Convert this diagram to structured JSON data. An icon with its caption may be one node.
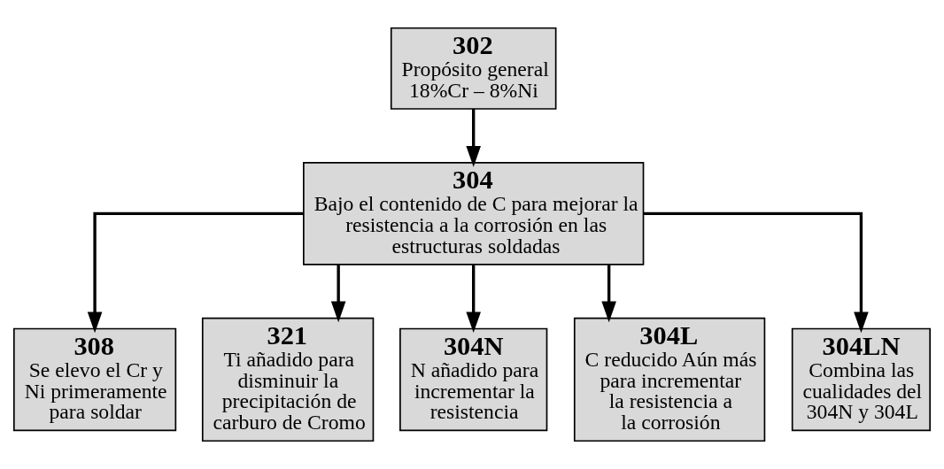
{
  "diagram": {
    "nodes": [
      {
        "text": [
          "302",
          "Propósito general 18%Cr – 8%Ni"
        ]
      },
      {
        "text": [
          "304",
          "Bajo el contenido de C para mejorar la resistencia a la corrosión en las estructuras soldadas"
        ]
      },
      {
        "text": [
          "308",
          "Se elevo el Cr y Ni primeramente para soldar"
        ]
      },
      {
        "text": [
          "321",
          "Ti añadido para disminuir la precipitación de carburo de Cromo"
        ]
      },
      {
        "text": [
          "304N",
          "N añadido para incrementar la resistencia"
        ]
      },
      {
        "text": [
          "304L",
          "C reducido Aún más para incrementar la resistencia a la corrosión"
        ]
      },
      {
        "text": [
          "304LN",
          "Combina las cualidades del 304N y 304L"
        ]
      }
    ],
    "edges": [
      {
        "from": 0,
        "to": 1,
        "arrow": "to"
      },
      {
        "from": 1,
        "to": 2,
        "arrow": "to"
      },
      {
        "from": 1,
        "to": 3,
        "arrow": "to"
      },
      {
        "from": 1,
        "to": 4,
        "arrow": "to"
      },
      {
        "from": 1,
        "to": 5,
        "arrow": "to"
      },
      {
        "from": 1,
        "to": 6,
        "arrow": "to"
      }
    ]
  }
}
